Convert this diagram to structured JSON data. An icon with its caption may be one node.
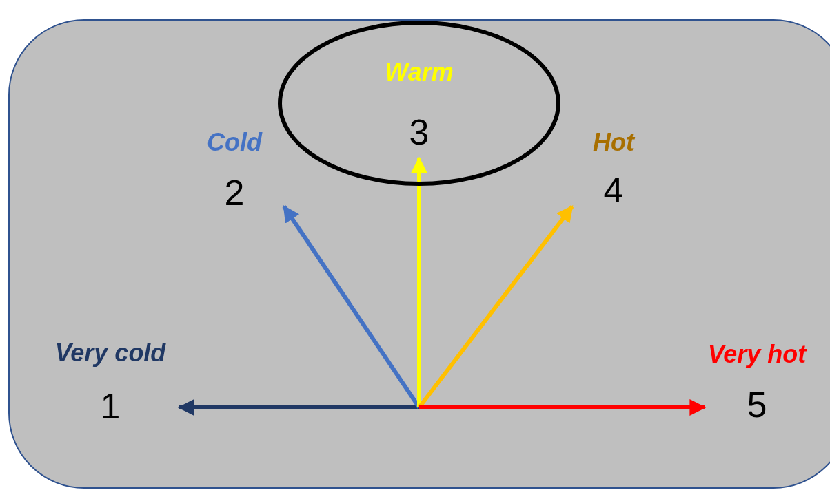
{
  "diagram": {
    "nodes": [
      {
        "text": [
          "Warm",
          "3"
        ]
      },
      {
        "text": [
          "Cold",
          "2"
        ]
      },
      {
        "text": [
          "Hot",
          "4"
        ]
      },
      {
        "text": [
          "Very cold",
          "1"
        ]
      },
      {
        "text": [
          "Very hot",
          "5"
        ]
      }
    ],
    "edges": [
      {
        "from": null,
        "to": 3,
        "arrow": "to",
        "color": "#203864"
      },
      {
        "from": null,
        "to": 1,
        "arrow": "to",
        "color": "#4472c4"
      },
      {
        "from": null,
        "to": 0,
        "arrow": "to",
        "color": "#ffff00"
      },
      {
        "from": null,
        "to": 2,
        "arrow": "to",
        "color": "#ffc000"
      },
      {
        "from": null,
        "to": 4,
        "arrow": "to",
        "color": "#ff0000"
      }
    ]
  }
}
